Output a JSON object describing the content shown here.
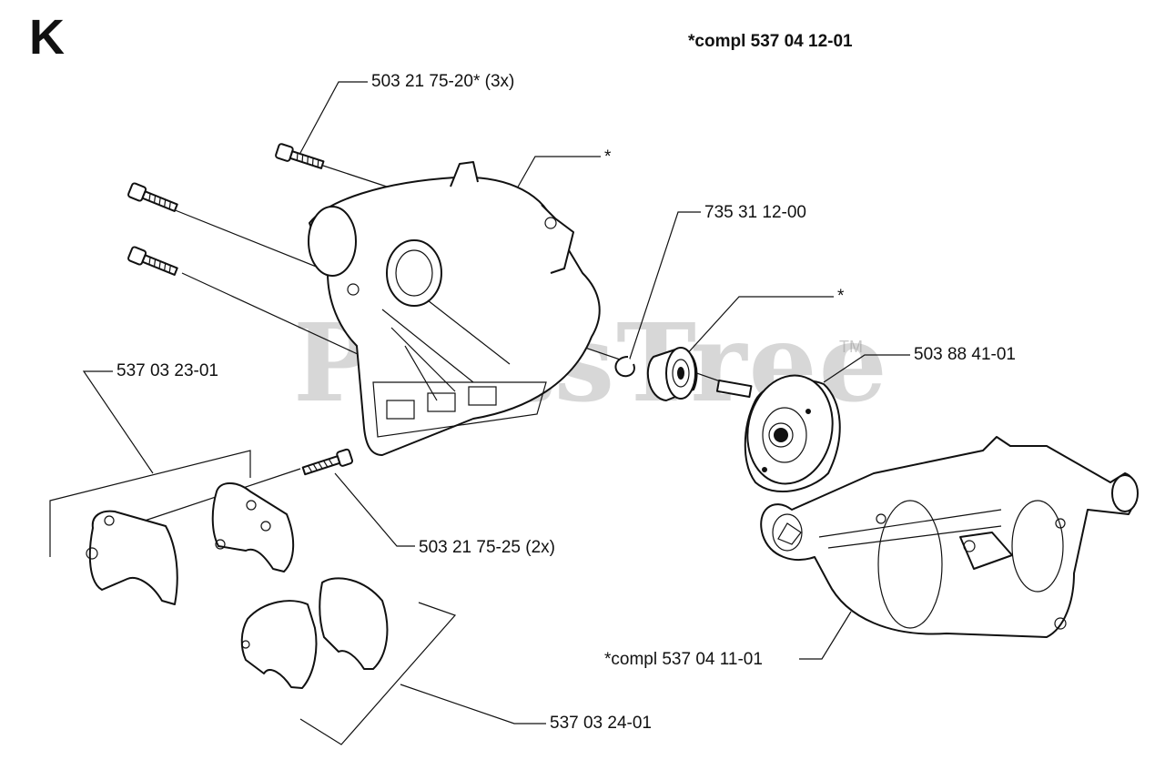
{
  "section_letter": "K",
  "assembly_title": "*compl 537 04 12-01",
  "watermark": {
    "text": "PartsTree",
    "trademark": "TM"
  },
  "labels": {
    "screw_3x": "503 21 75-20* (3x)",
    "star_top": "*",
    "circlip": "735 31 12-00",
    "star_bearing": "*",
    "clutch_drum": "503 88 41-01",
    "guard_upper": "537 03 23-01",
    "screw_2x": "503 21 75-25 (2x)",
    "housing": "*compl 537 04 11-01",
    "guard_lower": "537 03 24-01"
  }
}
